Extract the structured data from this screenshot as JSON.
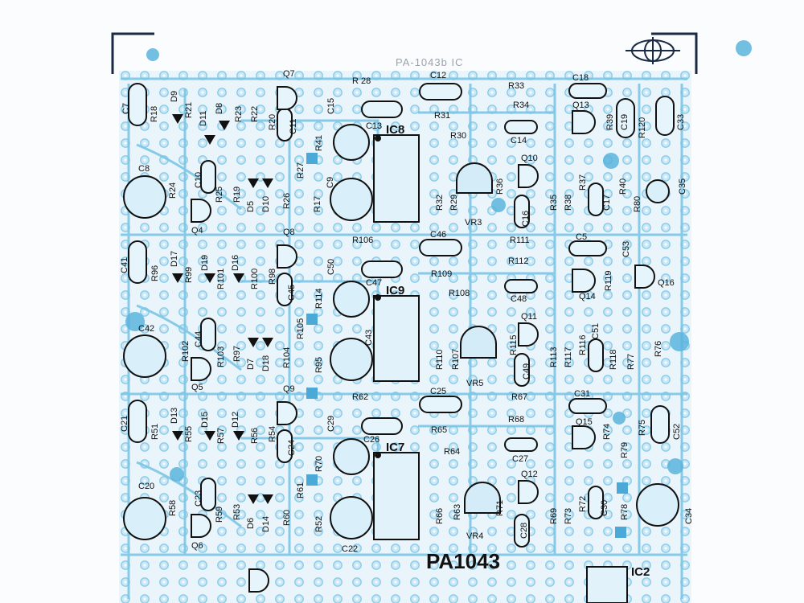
{
  "board": {
    "header_code": "PA-1043b IC",
    "title": "PA1043",
    "ic_labels": [
      {
        "text": "IC8"
      },
      {
        "text": "IC9"
      },
      {
        "text": "IC7"
      },
      {
        "text": "IC2"
      }
    ]
  },
  "colors": {
    "trace": "#7cc6e6",
    "pad_dark": "#5ab4dd",
    "pad_light": "#bfe3f3",
    "silk": "#111111",
    "frame": "#1a2a44"
  },
  "components": [
    "C7",
    "R18",
    "D9",
    "R21",
    "D11",
    "D8",
    "R23",
    "R22",
    "Q7",
    "R20",
    "C11",
    "C15",
    "R 28",
    "C12",
    "R33",
    "C18",
    "R34",
    "Q13",
    "R39",
    "C19",
    "R120",
    "C33",
    "C13",
    "R31",
    "R30",
    "C14",
    "Q10",
    "C8",
    "R24",
    "C10",
    "R25",
    "R19",
    "D5",
    "D10",
    "R26",
    "R27",
    "C9",
    "R41",
    "R17",
    "R32",
    "R29",
    "R36",
    "VR3",
    "C16",
    "R35",
    "R38",
    "R37",
    "C17",
    "R40",
    "R80",
    "C35",
    "Q4",
    "C41",
    "R96",
    "D17",
    "R99",
    "D19",
    "R101",
    "D16",
    "R100",
    "Q8",
    "R98",
    "C45",
    "R106",
    "C50",
    "C46",
    "R111",
    "C5",
    "C53",
    "R109",
    "R112",
    "R119",
    "Q16",
    "C47",
    "R108",
    "R114",
    "C48",
    "Q14",
    "C42",
    "C44",
    "R102",
    "R103",
    "R97",
    "D7",
    "D18",
    "R104",
    "R105",
    "R95",
    "C43",
    "R110",
    "R107",
    "VR5",
    "Q11",
    "R115",
    "R113",
    "R117",
    "R116",
    "C51",
    "R118",
    "R77",
    "R76",
    "C49",
    "Q5",
    "C21",
    "R51",
    "D13",
    "R55",
    "D15",
    "R57",
    "D12",
    "R56",
    "R54",
    "Q9",
    "C24",
    "R62",
    "C25",
    "R67",
    "C31",
    "C29",
    "C26",
    "R65",
    "R68",
    "Q15",
    "R74",
    "R75",
    "C52",
    "R64",
    "C27",
    "R79",
    "C20",
    "R58",
    "C23",
    "R59",
    "R53",
    "D6",
    "D14",
    "R60",
    "R70",
    "R61",
    "R52",
    "C22",
    "R66",
    "R63",
    "VR4",
    "R71",
    "Q12",
    "C28",
    "R69",
    "R73",
    "R72",
    "C30",
    "R78",
    "C34",
    "Q6"
  ]
}
